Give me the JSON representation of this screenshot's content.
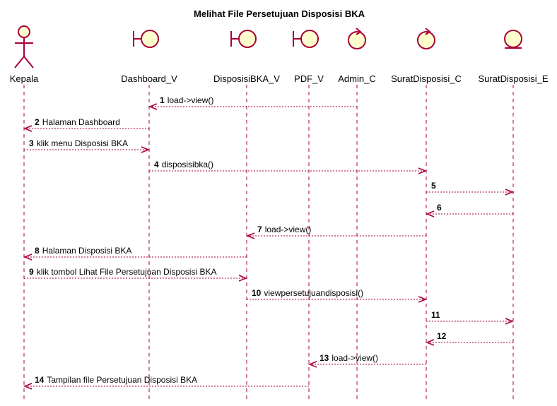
{
  "title": "Melihat File Persetujuan Disposisi BKA",
  "colors": {
    "line": "#A80036",
    "fill": "#FEFECE",
    "text": "#000000"
  },
  "participants": [
    {
      "name": "Kepala",
      "type": "actor"
    },
    {
      "name": "Dashboard_V",
      "type": "boundary"
    },
    {
      "name": "DisposisiBKA_V",
      "type": "boundary"
    },
    {
      "name": "PDF_V",
      "type": "boundary"
    },
    {
      "name": "Admin_C",
      "type": "control"
    },
    {
      "name": "SuratDisposisi_C",
      "type": "control"
    },
    {
      "name": "SuratDisposisi_E",
      "type": "entity"
    }
  ],
  "messages": [
    {
      "num": "1",
      "text": "load->view()",
      "from": 4,
      "to": 1
    },
    {
      "num": "2",
      "text": "Halaman Dashboard",
      "from": 1,
      "to": 0
    },
    {
      "num": "3",
      "text": "klik menu Disposisi BKA",
      "from": 0,
      "to": 1
    },
    {
      "num": "4",
      "text": "disposisibka()",
      "from": 1,
      "to": 5
    },
    {
      "num": "5",
      "text": "",
      "from": 5,
      "to": 6
    },
    {
      "num": "6",
      "text": "",
      "from": 6,
      "to": 5
    },
    {
      "num": "7",
      "text": "load->view()",
      "from": 5,
      "to": 2
    },
    {
      "num": "8",
      "text": "Halaman Disposisi BKA",
      "from": 2,
      "to": 0
    },
    {
      "num": "9",
      "text": "klik tombol Lihat File Persetujuan Disposisi BKA",
      "from": 0,
      "to": 2
    },
    {
      "num": "10",
      "text": "viewpersetujuandisposisi()",
      "from": 2,
      "to": 5
    },
    {
      "num": "11",
      "text": "",
      "from": 5,
      "to": 6
    },
    {
      "num": "12",
      "text": "",
      "from": 6,
      "to": 5
    },
    {
      "num": "13",
      "text": "load->view()",
      "from": 5,
      "to": 3
    },
    {
      "num": "14",
      "text": "Tampilan file Persetujuan Disposisi BKA",
      "from": 3,
      "to": 0
    }
  ]
}
